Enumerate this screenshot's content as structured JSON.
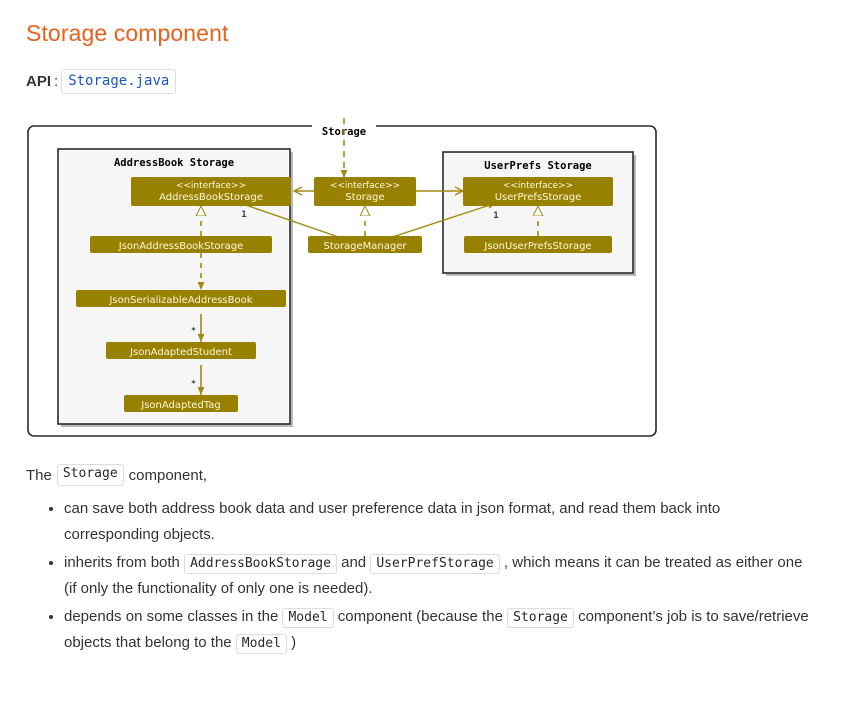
{
  "page": {
    "title": "Storage component",
    "api_label": "API",
    "api_separator": ":",
    "api_link": "Storage.java",
    "title_color": "#e8601c",
    "link_color": "#1a56c4"
  },
  "diagram": {
    "frame_label": "Storage",
    "colors": {
      "class_fill": "#998100",
      "class_text": "#fdf7dd",
      "line": "#a08b12",
      "package_fill": "#f6f6f6",
      "package_border": "#2b2b2b",
      "frame_border": "#2b2b2b",
      "label_text": "#000000"
    },
    "packages": [
      {
        "name": "addressbook-storage-package",
        "label": "AddressBook Storage"
      },
      {
        "name": "userprefs-storage-package",
        "label": "UserPrefs Storage"
      }
    ],
    "classes": [
      {
        "name": "addressbookstorage-class",
        "stereotype": "<<interface>>",
        "label": "AddressBookStorage"
      },
      {
        "name": "storage-class",
        "stereotype": "<<interface>>",
        "label": "Storage"
      },
      {
        "name": "userprefsstorage-class",
        "stereotype": "<<interface>>",
        "label": "UserPrefsStorage"
      },
      {
        "name": "jsonaddressbookstorage-class",
        "stereotype": "",
        "label": "JsonAddressBookStorage"
      },
      {
        "name": "storagemanager-class",
        "stereotype": "",
        "label": "StorageManager"
      },
      {
        "name": "jsonuserprefsstorage-class",
        "stereotype": "",
        "label": "JsonUserPrefsStorage"
      },
      {
        "name": "jsonserializableaddressbook-class",
        "stereotype": "",
        "label": "JsonSerializableAddressBook"
      },
      {
        "name": "jsonadaptedstudent-class",
        "stereotype": "",
        "label": "JsonAdaptedStudent"
      },
      {
        "name": "jsonadaptedtag-class",
        "stereotype": "",
        "label": "JsonAdaptedTag"
      }
    ],
    "multiplicities": [
      {
        "name": "multiplicity-addressbookstorage",
        "label": "1"
      },
      {
        "name": "multiplicity-userprefsstorage",
        "label": "1"
      },
      {
        "name": "multiplicity-student",
        "label": "*"
      },
      {
        "name": "multiplicity-tag",
        "label": "*"
      }
    ]
  },
  "body": {
    "intro_before": "The",
    "intro_code": "Storage",
    "intro_after": "component,",
    "bullets": [
      {
        "name": "bullet-save-read",
        "parts": [
          {
            "type": "text",
            "value": "can save both address book data and user preference data in json format, and read them back into corresponding objects."
          }
        ]
      },
      {
        "name": "bullet-inherits",
        "parts": [
          {
            "type": "text",
            "value": "inherits from both"
          },
          {
            "type": "code",
            "value": "AddressBookStorage"
          },
          {
            "type": "text",
            "value": "and"
          },
          {
            "type": "code",
            "value": "UserPrefStorage"
          },
          {
            "type": "text",
            "value": ", which means it can be treated as either one (if only the functionality of only one is needed)."
          }
        ]
      },
      {
        "name": "bullet-depends",
        "parts": [
          {
            "type": "text",
            "value": "depends on some classes in the"
          },
          {
            "type": "code",
            "value": "Model"
          },
          {
            "type": "text",
            "value": "component (because the"
          },
          {
            "type": "code",
            "value": "Storage"
          },
          {
            "type": "text",
            "value": "component’s job is to save/retrieve objects that belong to the"
          },
          {
            "type": "code",
            "value": "Model"
          },
          {
            "type": "text",
            "value": ")"
          }
        ]
      }
    ]
  }
}
